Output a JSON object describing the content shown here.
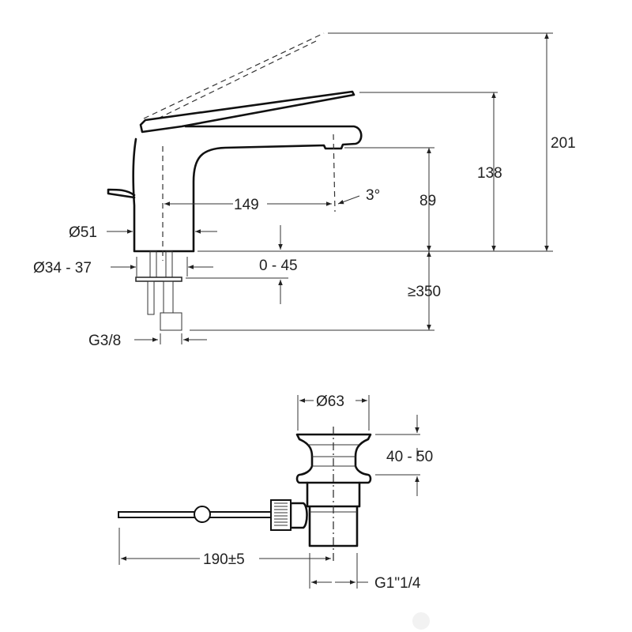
{
  "faucet_dimensions": {
    "total_height": "201",
    "lever_height": "138",
    "spout_height": "89",
    "reach": "149",
    "spout_angle": "3°",
    "body_diameter": "Ø51",
    "hole_diameter": "Ø34 - 37",
    "deck_thickness": "0 - 45",
    "hose_length": "≥350",
    "connection": "G3/8"
  },
  "drain_dimensions": {
    "flange_diameter": "Ø63",
    "adjust_range": "40 - 50",
    "rod_length": "190±5",
    "thread": "G1\"1/4"
  }
}
